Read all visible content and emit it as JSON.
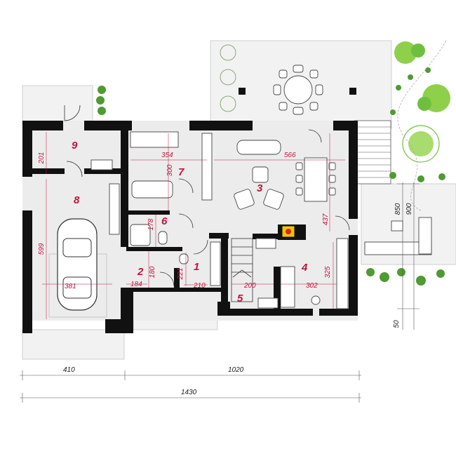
{
  "plan": {
    "rooms": [
      {
        "num": "1"
      },
      {
        "num": "2"
      },
      {
        "num": "3"
      },
      {
        "num": "4"
      },
      {
        "num": "5"
      },
      {
        "num": "6"
      },
      {
        "num": "7"
      },
      {
        "num": "8"
      },
      {
        "num": "9"
      }
    ],
    "room_dims": {
      "d201": "201",
      "d354": "354",
      "d566": "566",
      "d300": "300",
      "d178": "178",
      "d437": "437",
      "d599": "599",
      "d381": "381",
      "d180": "180",
      "d184": "184",
      "d221": "221",
      "d210": "210",
      "d200": "200",
      "d302": "302",
      "d325": "325"
    },
    "overall_dims": {
      "left_width": "410",
      "right_width": "1020",
      "total_width": "1430",
      "v850": "850",
      "v900": "900",
      "v50": "50"
    },
    "colors": {
      "wall": "#111111",
      "floor": "#ececec",
      "terrace": "#f2f2f2",
      "label": "#c0143c",
      "tree": "#6fbf3f",
      "fireplace": "#f2c400"
    }
  }
}
